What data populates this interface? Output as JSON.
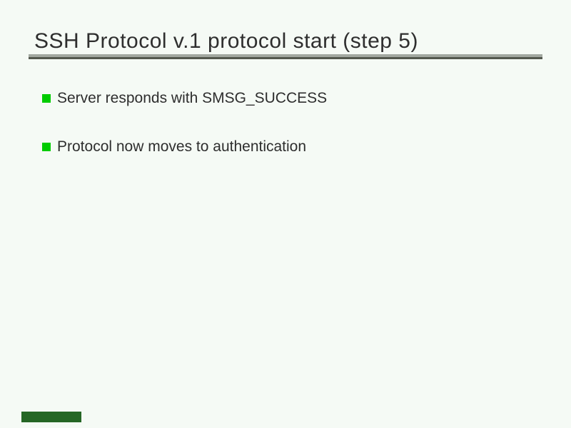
{
  "slide": {
    "title": "SSH Protocol v.1 protocol start (step 5)",
    "bullets": [
      "Server responds with SMSG_SUCCESS",
      "Protocol now moves to authentication"
    ],
    "colors": {
      "background": "#F5FAF5",
      "text": "#2E2E2E",
      "bullet_marker_green": "#00CC00",
      "rule_light_gray": "#A2A8A0",
      "rule_dark_gray": "#53584E",
      "footer_block_green": "#256625"
    }
  }
}
